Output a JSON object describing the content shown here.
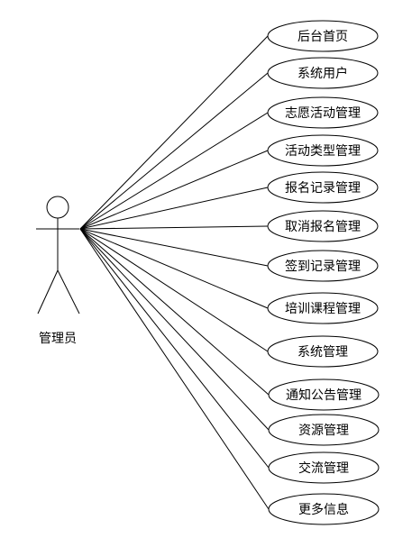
{
  "actor": {
    "label": "管理员"
  },
  "use_cases": [
    {
      "label": "后台首页"
    },
    {
      "label": "系统用户"
    },
    {
      "label": "志愿活动管理"
    },
    {
      "label": "活动类型管理"
    },
    {
      "label": "报名记录管理"
    },
    {
      "label": "取消报名管理"
    },
    {
      "label": "签到记录管理"
    },
    {
      "label": "培训课程管理"
    },
    {
      "label": "系统管理"
    },
    {
      "label": "通知公告管理"
    },
    {
      "label": "资源管理"
    },
    {
      "label": "交流管理"
    },
    {
      "label": "更多信息"
    }
  ]
}
